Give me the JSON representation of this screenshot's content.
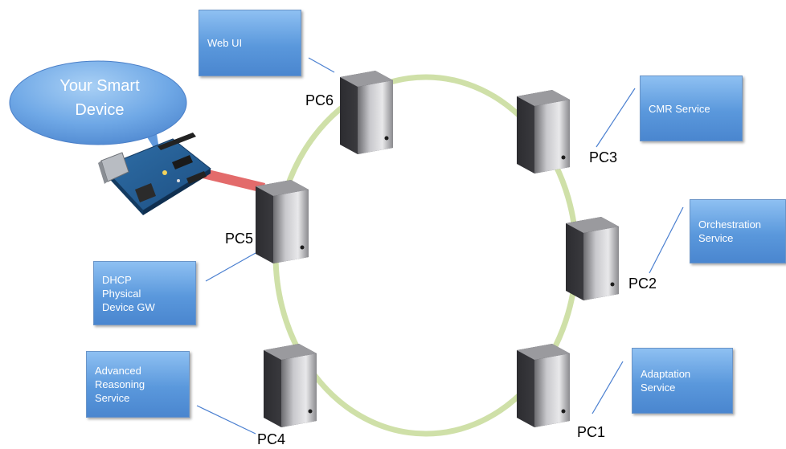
{
  "device_callout": {
    "text": "Your Smart\nDevice"
  },
  "nodes": [
    {
      "id": "pc6",
      "label": "PC6"
    },
    {
      "id": "pc3",
      "label": "PC3"
    },
    {
      "id": "pc5",
      "label": "PC5"
    },
    {
      "id": "pc2",
      "label": "PC2"
    },
    {
      "id": "pc4",
      "label": "PC4"
    },
    {
      "id": "pc1",
      "label": "PC1"
    }
  ],
  "services": [
    {
      "id": "web-ui",
      "label": "Web UI"
    },
    {
      "id": "cmr",
      "label": "CMR Service"
    },
    {
      "id": "orchestration",
      "label": "Orchestration\nService"
    },
    {
      "id": "dhcp",
      "label": "DHCP\nPhysical\nDevice GW"
    },
    {
      "id": "adaptation",
      "label": "Adaptation\nService"
    },
    {
      "id": "reasoning",
      "label": "Advanced\nReasoning\nService"
    }
  ],
  "colors": {
    "ring": "#cfe0a8",
    "device_link": "#e06666",
    "callout_line": "#4a7fd0",
    "service_box": "#5b9bd5"
  }
}
